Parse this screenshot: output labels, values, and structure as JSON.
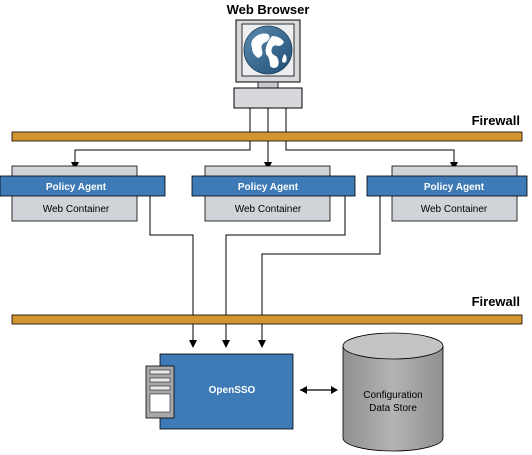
{
  "web_browser": {
    "label": "Web Browser"
  },
  "firewalls": [
    {
      "label": "Firewall"
    },
    {
      "label": "Firewall"
    }
  ],
  "containers": [
    {
      "agent_label": "Policy Agent",
      "container_label": "Web Container"
    },
    {
      "agent_label": "Policy Agent",
      "container_label": "Web Container"
    },
    {
      "agent_label": "Policy Agent",
      "container_label": "Web Container"
    }
  ],
  "opensso": {
    "label": "OpenSSO"
  },
  "data_store": {
    "label_line1": "Configuration",
    "label_line2": "Data Store"
  },
  "colors": {
    "firewall": "#d4952e",
    "agent_blue": "#3e7ab5",
    "container_gray": "#d0d3d8",
    "server_gray": "#a8a8a8"
  }
}
